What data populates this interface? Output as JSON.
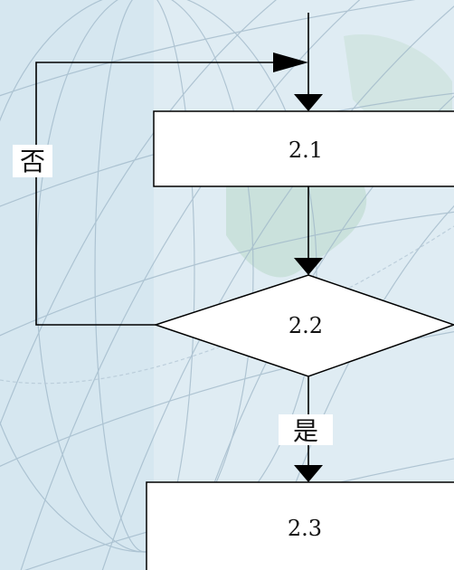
{
  "flowchart": {
    "nodes": {
      "step_1": {
        "label": "2.1"
      },
      "decision": {
        "label": "2.2"
      },
      "step_3": {
        "label": "2.3"
      }
    },
    "edges": {
      "no_label": "否",
      "yes_label": "是"
    }
  },
  "colors": {
    "background": "#dfecf3",
    "globe_lines": "#9fb7c8",
    "land": "#b8d8c8",
    "shape_fill": "#ffffff",
    "stroke": "#000000"
  }
}
